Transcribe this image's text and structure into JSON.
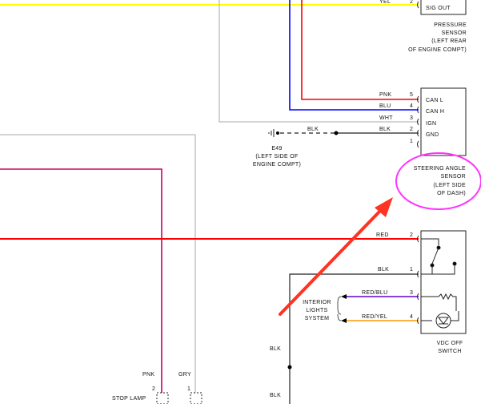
{
  "components": {
    "pressure_sensor": {
      "pin_label": "SIG OUT",
      "name": [
        "PRESSURE",
        "SENSOR",
        "(LEFT REAR",
        "OF ENGINE COMPT)"
      ],
      "wire_color": "YEL",
      "pin_number": "2"
    },
    "steering_angle_sensor": {
      "name": [
        "STEERING ANGLE",
        "SENSOR",
        "(LEFT SIDE",
        "OF DASH)"
      ],
      "pins": [
        {
          "number": "5",
          "wire": "PNK",
          "label": "CAN L"
        },
        {
          "number": "4",
          "wire": "BLU",
          "label": "CAN H"
        },
        {
          "number": "3",
          "wire": "WHT",
          "label": "IGN"
        },
        {
          "number": "2",
          "wire": "BLK",
          "label": "GND"
        },
        {
          "number": "1",
          "wire": "",
          "label": ""
        }
      ],
      "ground_wire": "BLK"
    },
    "ground": {
      "id": "E49",
      "location": [
        "(LEFT SIDE OF",
        "ENGINE COMPT)"
      ]
    },
    "vdc_off_switch": {
      "name": [
        "VDC OFF",
        "SWITCH"
      ],
      "pins": [
        {
          "number": "2",
          "wire": "RED"
        },
        {
          "number": "1",
          "wire": "BLK"
        },
        {
          "number": "3",
          "wire": "RED/BLU"
        },
        {
          "number": "4",
          "wire": "RED/YEL"
        }
      ]
    },
    "interior_lights_system": [
      "INTERIOR",
      "LIGHTS",
      "SYSTEM"
    ],
    "bottom_wires": {
      "left": {
        "wire": "PNK",
        "pin": "2"
      },
      "right": {
        "wire": "GRY",
        "pin": "1"
      },
      "stop_lamp": "STOP LAMP",
      "blk_labels": [
        "BLK",
        "BLK"
      ]
    }
  },
  "colors": {
    "yellow": "#ffff00",
    "red": "#ff0000",
    "pink": "#cc0066",
    "blue": "#0000ff",
    "gray": "#bbbbbb",
    "black": "#000000",
    "purple": "#6600cc",
    "orange": "#ff9900",
    "highlight_circle": "#ff33ff",
    "arrow": "#ff3322"
  }
}
